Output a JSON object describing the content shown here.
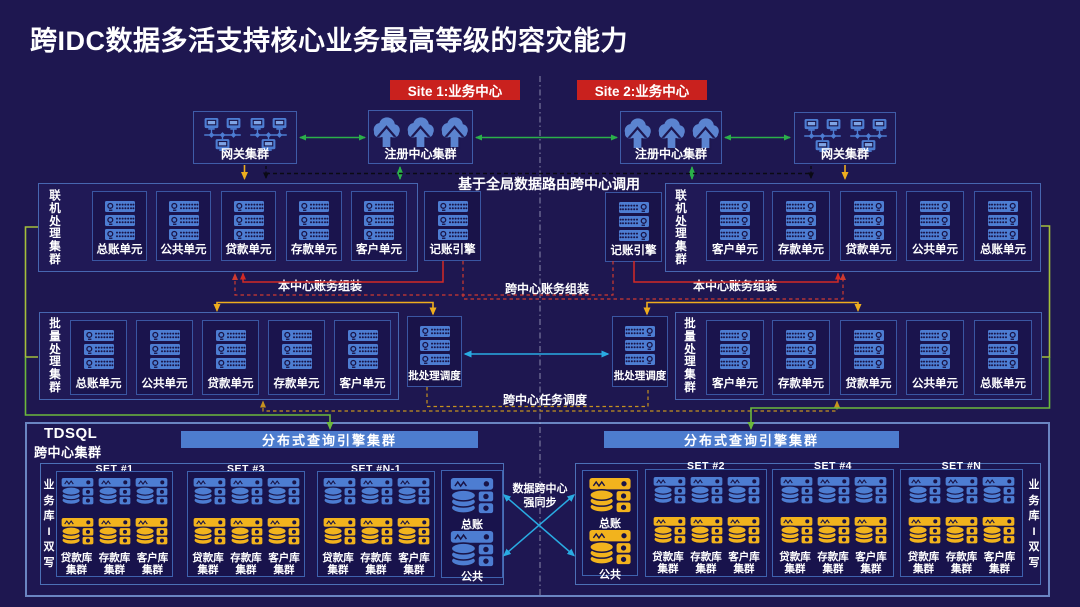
{
  "title": "跨IDC数据多活支持核心业务最高等级的容灾能力",
  "site1": "Site 1:业务中心",
  "site2": "Site 2:业务中心",
  "top": {
    "gateway": "网关集群",
    "registry": "注册中心集群",
    "global_routing": "基于全局数据路由跨中心调用"
  },
  "online": {
    "group_label": "联机处理集群",
    "units_left": [
      "总账单元",
      "公共单元",
      "贷款单元",
      "存款单元",
      "客户单元"
    ],
    "units_right": [
      "客户单元",
      "存款单元",
      "贷款单元",
      "公共单元",
      "总账单元"
    ],
    "ledger_engine": "记账引擎",
    "local_assembly": "本中心账务组装",
    "cross_assembly": "跨中心账务组装"
  },
  "batch": {
    "group_label": "批量处理集群",
    "units_left": [
      "总账单元",
      "公共单元",
      "贷款单元",
      "存款单元",
      "客户单元"
    ],
    "units_right": [
      "客户单元",
      "存款单元",
      "贷款单元",
      "公共单元",
      "总账单元"
    ],
    "scheduler": "批处理调度",
    "cross_task": "跨中心任务调度"
  },
  "tdsql": {
    "name": "TDSQL",
    "subtitle": "跨中心集群",
    "query_engine": "分布式查询引擎集群",
    "dual_write": "业务库I双写",
    "sets_left": [
      "SET #1",
      "SET #3",
      "SET #N-1"
    ],
    "sets_right": [
      "SET #2",
      "SET #4",
      "SET #N"
    ],
    "db_line1": [
      "贷款库",
      "存款库",
      "客户库"
    ],
    "db_line2": "集群",
    "ledger": "总账",
    "common": "公共",
    "sync_line1": "数据跨中心",
    "sync_line2": "强同步"
  },
  "icons": {
    "gateway": "network-nodes-icon",
    "registry": "cloud-upload-icon",
    "unit": "server-rack-icon",
    "database": "database-server-icon"
  },
  "colors": {
    "background": "#1e1750",
    "banner_red": "#c9211e",
    "icon_blue": "#4d7dd2",
    "db_yellow": "#f2b31d",
    "arrow_green": "#2bb04a",
    "arrow_yellow": "#eead1e",
    "arrow_cyan": "#29abe2",
    "arrow_red": "#d42a25",
    "arrow_orange": "#c6921e",
    "line_green": "#6cb83c",
    "line_lime": "#a4bf3b",
    "line_black": "#0a0a14",
    "box_border": "#3f5ca8",
    "query_bar": "#4d7cce"
  }
}
